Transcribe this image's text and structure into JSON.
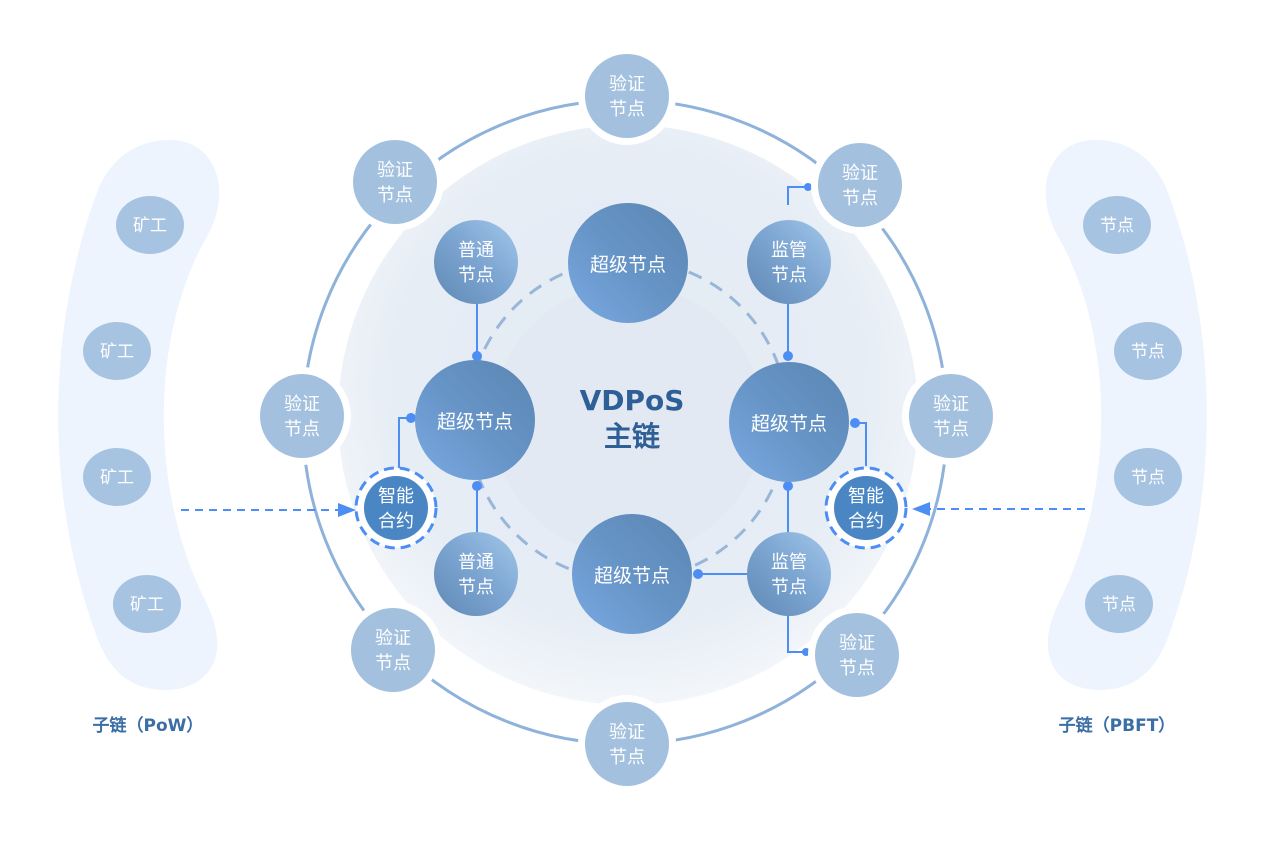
{
  "main_chain": {
    "title_line1": "VDPoS",
    "title_line2": "主链"
  },
  "super_nodes": [
    {
      "id": "super-top",
      "label": "超级节点"
    },
    {
      "id": "super-left",
      "label": "超级节点"
    },
    {
      "id": "super-right",
      "label": "超级节点"
    },
    {
      "id": "super-bottom",
      "label": "超级节点"
    }
  ],
  "normal_nodes": [
    {
      "id": "normal-top-left",
      "line1": "普通",
      "line2": "节点"
    },
    {
      "id": "normal-bottom-left",
      "line1": "普通",
      "line2": "节点"
    }
  ],
  "supervisor_nodes": [
    {
      "id": "supervisor-top-right",
      "line1": "监管",
      "line2": "节点"
    },
    {
      "id": "supervisor-bottom-right",
      "line1": "监管",
      "line2": "节点"
    }
  ],
  "smart_contracts": [
    {
      "id": "contract-left",
      "line1": "智能",
      "line2": "合约"
    },
    {
      "id": "contract-right",
      "line1": "智能",
      "line2": "合约"
    }
  ],
  "validator_nodes": [
    {
      "id": "validator-top",
      "line1": "验证",
      "line2": "节点"
    },
    {
      "id": "validator-top-left",
      "line1": "验证",
      "line2": "节点"
    },
    {
      "id": "validator-top-right",
      "line1": "验证",
      "line2": "节点"
    },
    {
      "id": "validator-left",
      "line1": "验证",
      "line2": "节点"
    },
    {
      "id": "validator-right",
      "line1": "验证",
      "line2": "节点"
    },
    {
      "id": "validator-bottom-left",
      "line1": "验证",
      "line2": "节点"
    },
    {
      "id": "validator-bottom-right",
      "line1": "验证",
      "line2": "节点"
    },
    {
      "id": "validator-bottom",
      "line1": "验证",
      "line2": "节点"
    }
  ],
  "sub_chain_pow": {
    "label": "子链（PoW）",
    "nodes": [
      "矿工",
      "矿工",
      "矿工",
      "矿工"
    ]
  },
  "sub_chain_pbft": {
    "label": "子链（PBFT）",
    "nodes": [
      "节点",
      "节点",
      "节点",
      "节点"
    ]
  },
  "colors": {
    "validator": "#a3c1df",
    "sub_chain_node": "#a6c4e2",
    "sub_chain_band": "#edf4fd",
    "connector": "#4d8ef5",
    "outer_ring": "#8fb2da",
    "label": "#3a6ea5"
  }
}
